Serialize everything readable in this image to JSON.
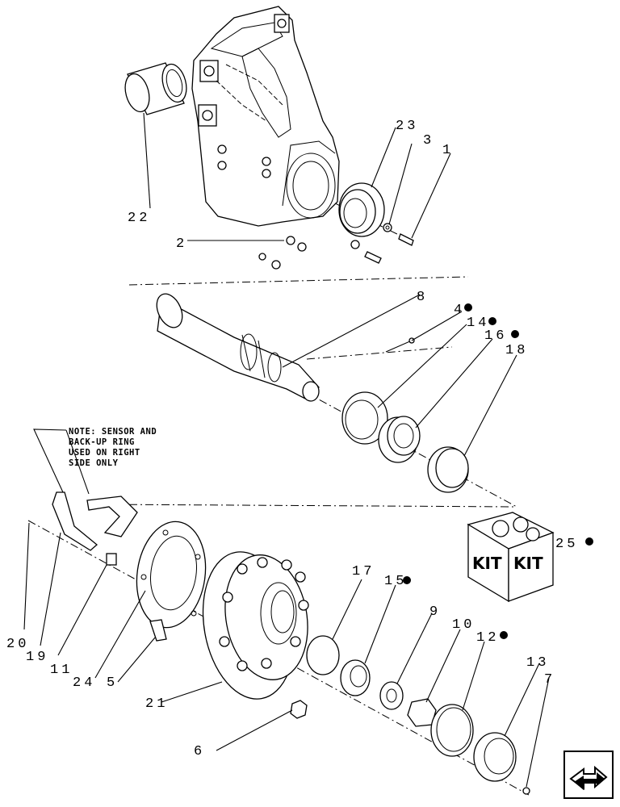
{
  "note": {
    "lines": [
      "NOTE: SENSOR AND",
      "BACK-UP RING",
      "USED ON RIGHT",
      "SIDE ONLY"
    ]
  },
  "kit": {
    "label_left": "KIT",
    "label_right": "KIT"
  },
  "callouts": {
    "c1": "1",
    "c2": "2",
    "c3": "3",
    "c4": "4",
    "c5": "5",
    "c6": "6",
    "c7": "7",
    "c8": "8",
    "c9": "9",
    "c10": "10",
    "c11": "11",
    "c12": "12",
    "c13": "13",
    "c14": "14",
    "c15": "15",
    "c16": "16",
    "c17": "17",
    "c18": "18",
    "c19": "19",
    "c20": "20",
    "c21": "21",
    "c22": "22",
    "c23": "23",
    "c24": "24",
    "c25": "25"
  },
  "nav": {
    "icon": "next-page-arrow-icon"
  }
}
